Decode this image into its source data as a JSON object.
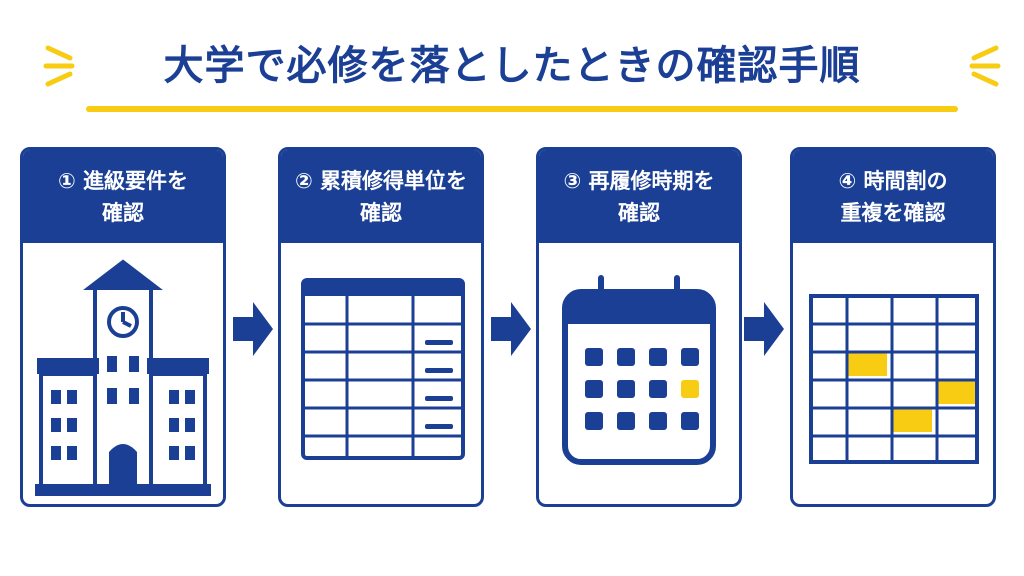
{
  "title": "大学で必修を落としたときの確認手順",
  "steps": [
    {
      "number": "①",
      "label_line1": "進級要件を",
      "label_line2": "確認",
      "icon": "school-building-icon"
    },
    {
      "number": "②",
      "label_line1": "累積修得単位を",
      "label_line2": "確認",
      "icon": "credit-table-icon"
    },
    {
      "number": "③",
      "label_line1": "再履修時期を",
      "label_line2": "確認",
      "icon": "calendar-icon"
    },
    {
      "number": "④",
      "label_line1": "時間割の",
      "label_line2": "重複を確認",
      "icon": "timetable-grid-icon"
    }
  ],
  "colors": {
    "primary": "#1b3f95",
    "accent": "#f7cc12",
    "background": "#ffffff"
  }
}
